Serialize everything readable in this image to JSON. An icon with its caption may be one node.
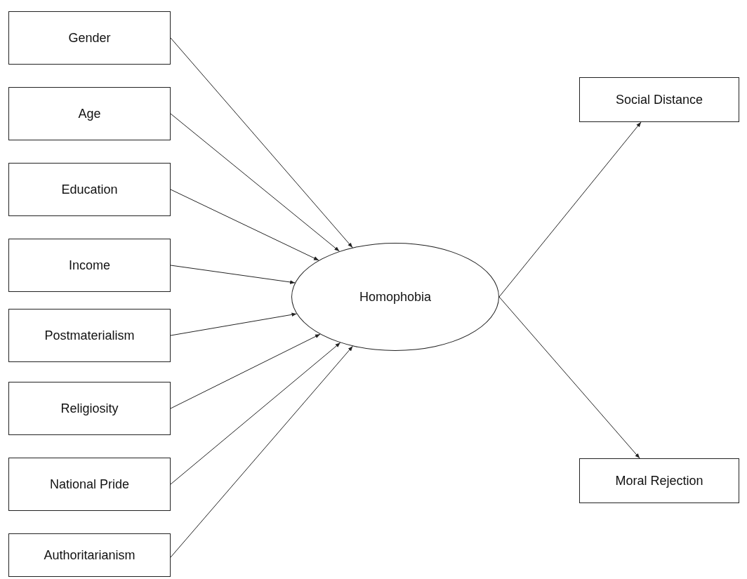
{
  "diagram": {
    "nodes": [
      {
        "text": [
          "Gender"
        ]
      },
      {
        "text": [
          "Age"
        ]
      },
      {
        "text": [
          "Education"
        ]
      },
      {
        "text": [
          "Income"
        ]
      },
      {
        "text": [
          "Postmaterialism"
        ]
      },
      {
        "text": [
          "Religiosity"
        ]
      },
      {
        "text": [
          "National Pride"
        ]
      },
      {
        "text": [
          "Authoritarianism"
        ]
      },
      {
        "text": [
          "Homophobia"
        ]
      },
      {
        "text": [
          "Social Distance"
        ]
      },
      {
        "text": [
          "Moral Rejection"
        ]
      }
    ],
    "edges": [
      {
        "from": 0,
        "to": 8,
        "arrow": "to"
      },
      {
        "from": 1,
        "to": 8,
        "arrow": "to"
      },
      {
        "from": 2,
        "to": 8,
        "arrow": "to"
      },
      {
        "from": 3,
        "to": 8,
        "arrow": "to"
      },
      {
        "from": 4,
        "to": 8,
        "arrow": "to"
      },
      {
        "from": 5,
        "to": 8,
        "arrow": "to"
      },
      {
        "from": 6,
        "to": 8,
        "arrow": "to"
      },
      {
        "from": 7,
        "to": 8,
        "arrow": "to"
      },
      {
        "from": 8,
        "to": 9,
        "arrow": "to"
      },
      {
        "from": 8,
        "to": 10,
        "arrow": "to"
      }
    ]
  }
}
